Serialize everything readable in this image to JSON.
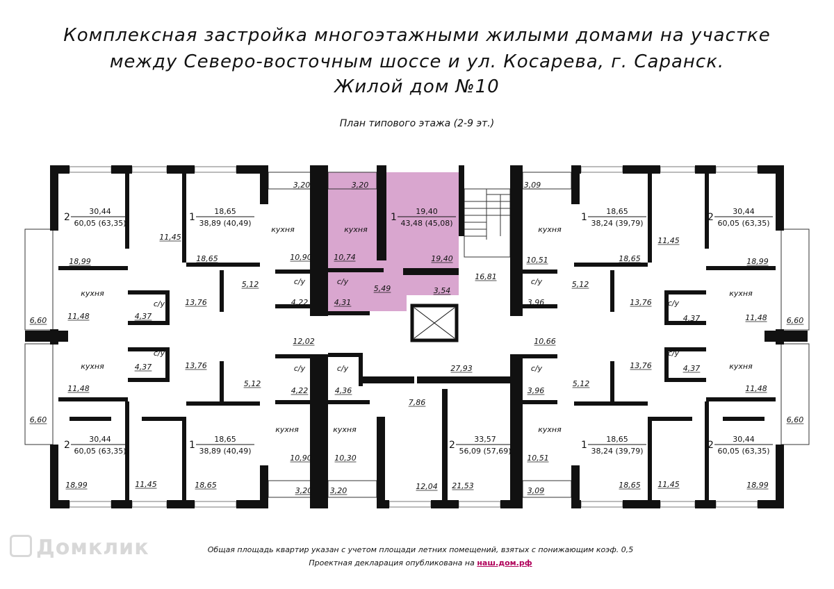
{
  "title": {
    "line1": "Комплексная застройка многоэтажными жилыми домами на участке",
    "line2": "между Северо-восточным шоссе и ул. Косарева, г. Саранск.",
    "line3": "Жилой дом №10"
  },
  "subtitle": "План типового этажа (2-9 эт.)",
  "colors": {
    "highlight": "#d9a6cf",
    "wall": "#111111",
    "link": "#b0005a"
  },
  "apartments": [
    {
      "rooms": "2",
      "living": "30,44",
      "total": "60,05 (63,35)"
    },
    {
      "rooms": "1",
      "living": "18,65",
      "total": "38,89 (40,49)"
    },
    {
      "rooms": "1",
      "living": "19,40",
      "total": "43,48 (45,08)"
    },
    {
      "rooms": "1",
      "living": "18,65",
      "total": "38,24 (39,79)"
    },
    {
      "rooms": "2",
      "living": "30,44",
      "total": "60,05 (63,35)"
    },
    {
      "rooms": "2",
      "living": "30,44",
      "total": "60,05 (63,35)"
    },
    {
      "rooms": "1",
      "living": "18,65",
      "total": "38,89 (40,49)"
    },
    {
      "rooms": "2",
      "living": "33,57",
      "total": "56,09 (57,69)"
    },
    {
      "rooms": "1",
      "living": "18,65",
      "total": "38,24 (39,79)"
    },
    {
      "rooms": "2",
      "living": "30,44",
      "total": "60,05 (63,35)"
    }
  ],
  "room_labels": [
    "3,20",
    "3,20",
    "3,09",
    "11,45",
    "18,99",
    "18,65",
    "кухня",
    "10,90",
    "кухня",
    "10,74",
    "19,40",
    "кухня",
    "10,51",
    "18,65",
    "11,45",
    "18,99",
    "кухня",
    "11,48",
    "с/у",
    "4,37",
    "13,76",
    "5,12",
    "с/у",
    "4,22",
    "с/у",
    "4,31",
    "5,49",
    "3,54",
    "16,81",
    "с/у",
    "3,96",
    "5,12",
    "13,76",
    "с/у",
    "4,37",
    "кухня",
    "11,48",
    "6,60",
    "6,60",
    "12,02",
    "10,66",
    "кухня",
    "11,48",
    "с/у",
    "4,37",
    "13,76",
    "5,12",
    "с/у",
    "4,22",
    "с/у",
    "4,36",
    "27,93",
    "7,86",
    "с/у",
    "3,96",
    "5,12",
    "13,76",
    "с/у",
    "4,37",
    "кухня",
    "11,48",
    "6,60",
    "6,60",
    "кухня",
    "10,90",
    "кухня",
    "10,30",
    "кухня",
    "10,51",
    "18,99",
    "11,45",
    "18,65",
    "3,20",
    "3,20",
    "12,04",
    "21,53",
    "3,09",
    "18,65",
    "11,45",
    "18,99"
  ],
  "note": {
    "line1": "Общая площадь квартир указан с учетом площади летних помещений, взятых с понижающим коэф. 0,5",
    "line2": "Проектная декларация опубликована на",
    "link": "наш.дом.рф"
  },
  "watermark": "Домклик"
}
